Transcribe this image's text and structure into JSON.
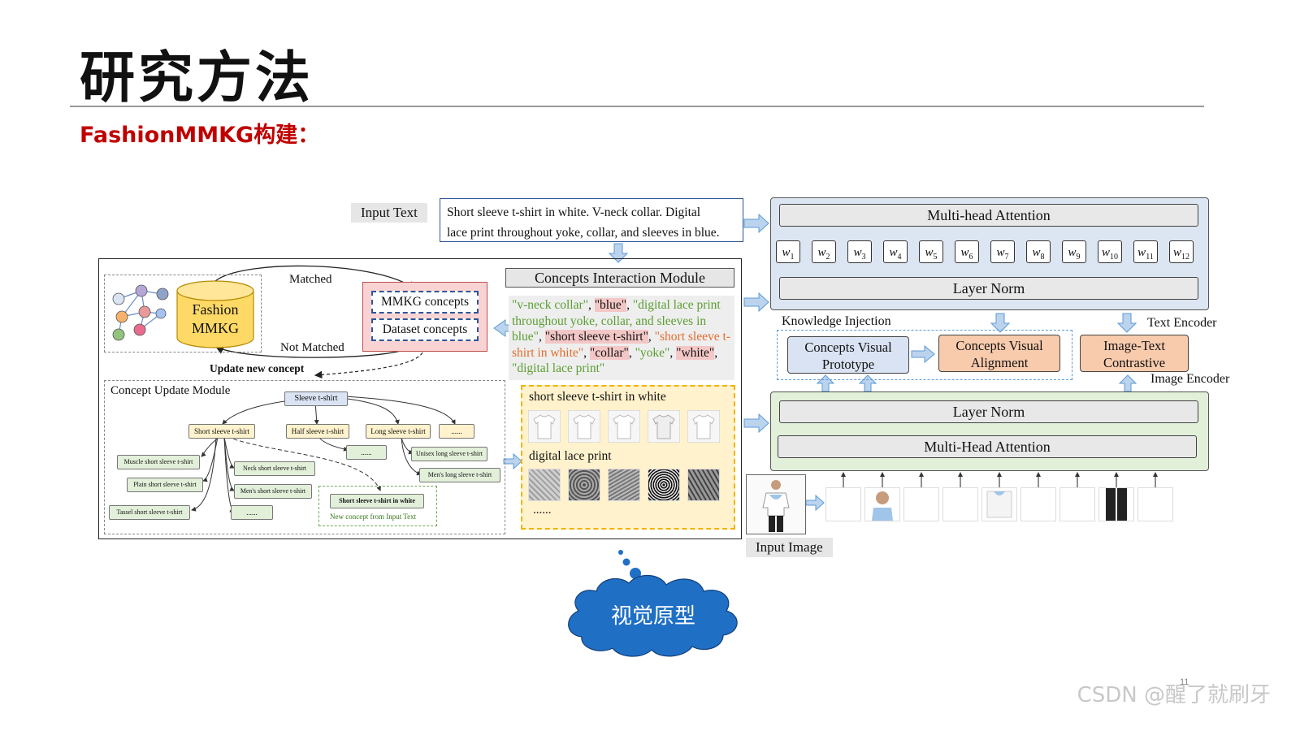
{
  "slide": {
    "title": "研究方法",
    "subtitle": "FashionMMKG构建：",
    "page_number": "11",
    "watermark": "CSDN @醒了就刷牙"
  },
  "input": {
    "label": "Input Text",
    "text_line1": "Short sleeve t-shirt in white. V-neck collar. Digital",
    "text_line2": "lace print throughout yoke, collar, and sleeves in blue."
  },
  "kg": {
    "db_line1": "Fashion",
    "db_line2": "MMKG",
    "matched": "Matched",
    "not_matched": "Not Matched",
    "mmkg_concepts": "MMKG concepts",
    "dataset_concepts": "Dataset concepts",
    "update_new_concept": "Update new concept"
  },
  "cim": {
    "title": "Concepts Interaction Module",
    "concepts": [
      {
        "text": "\"v-neck collar\"",
        "style": "g"
      },
      {
        "text": ", ",
        "style": ""
      },
      {
        "text": "\"blue\"",
        "style": "r"
      },
      {
        "text": ", ",
        "style": ""
      },
      {
        "text": "\"digital lace print throughout yoke, collar, and sleeves in blue\"",
        "style": "g"
      },
      {
        "text": ", ",
        "style": ""
      },
      {
        "text": "\"short sleeve t-shirt\"",
        "style": "r"
      },
      {
        "text": ", ",
        "style": ""
      },
      {
        "text": "\"short sleeve t-shirt in white\"",
        "style": "o"
      },
      {
        "text": ", ",
        "style": ""
      },
      {
        "text": "\"collar\"",
        "style": "r"
      },
      {
        "text": ", ",
        "style": ""
      },
      {
        "text": "\"yoke\"",
        "style": "g"
      },
      {
        "text": ", ",
        "style": ""
      },
      {
        "text": "\"white\"",
        "style": "r"
      },
      {
        "text": ", ",
        "style": ""
      },
      {
        "text": "\"digital lace print\"",
        "style": "g"
      }
    ]
  },
  "cum": {
    "title": "Concept Update Module",
    "root": "Sleeve t-shirt",
    "level1": [
      "Short sleeve t-shirt",
      "Half sleeve t-shirt",
      "Long sleeve t-shirt",
      "......"
    ],
    "short_children": [
      "Muscle short sleeve t-shirt",
      "Plain short sleeve t-shirt",
      "Tassel short sleeve t-shirt"
    ],
    "short_children2": [
      "Neck short sleeve t-shirt",
      "Men's short sleeve t-shirt",
      "......"
    ],
    "half_children": [
      "......"
    ],
    "long_children": [
      "Unisex long sleeve t-shirt",
      "Men's long sleeve t-shirt"
    ],
    "new_concept": "Short sleeve t-shirt in white",
    "new_concept_caption": "New concept from Input Text"
  },
  "prototype": {
    "label1": "short sleeve t-shirt in white",
    "label2": "digital lace print",
    "ellipsis": "......"
  },
  "encoder": {
    "mha_top": "Multi-head Attention",
    "weights": [
      "w1",
      "w2",
      "w3",
      "w4",
      "w5",
      "w6",
      "w7",
      "w8",
      "w9",
      "w10",
      "w11",
      "w12"
    ],
    "ln_top": "Layer Norm",
    "knowledge_injection": "Knowledge Injection",
    "text_encoder": "Text Encoder",
    "image_encoder": "Image Encoder",
    "cvp": "Concepts Visual Prototype",
    "cva": "Concepts Visual Alignment",
    "itc": "Image-Text Contrastive",
    "ln_bot": "Layer Norm",
    "mha_bot": "Multi-Head Attention",
    "input_image": "Input Image"
  },
  "cloud": {
    "text": "视觉原型"
  },
  "colors": {
    "accent_red": "#c00000",
    "cloud_blue": "#1f6fc5",
    "panel_blue": "#dce6f2",
    "panel_green": "#e2efd9",
    "orange_box": "#f8cbad"
  }
}
